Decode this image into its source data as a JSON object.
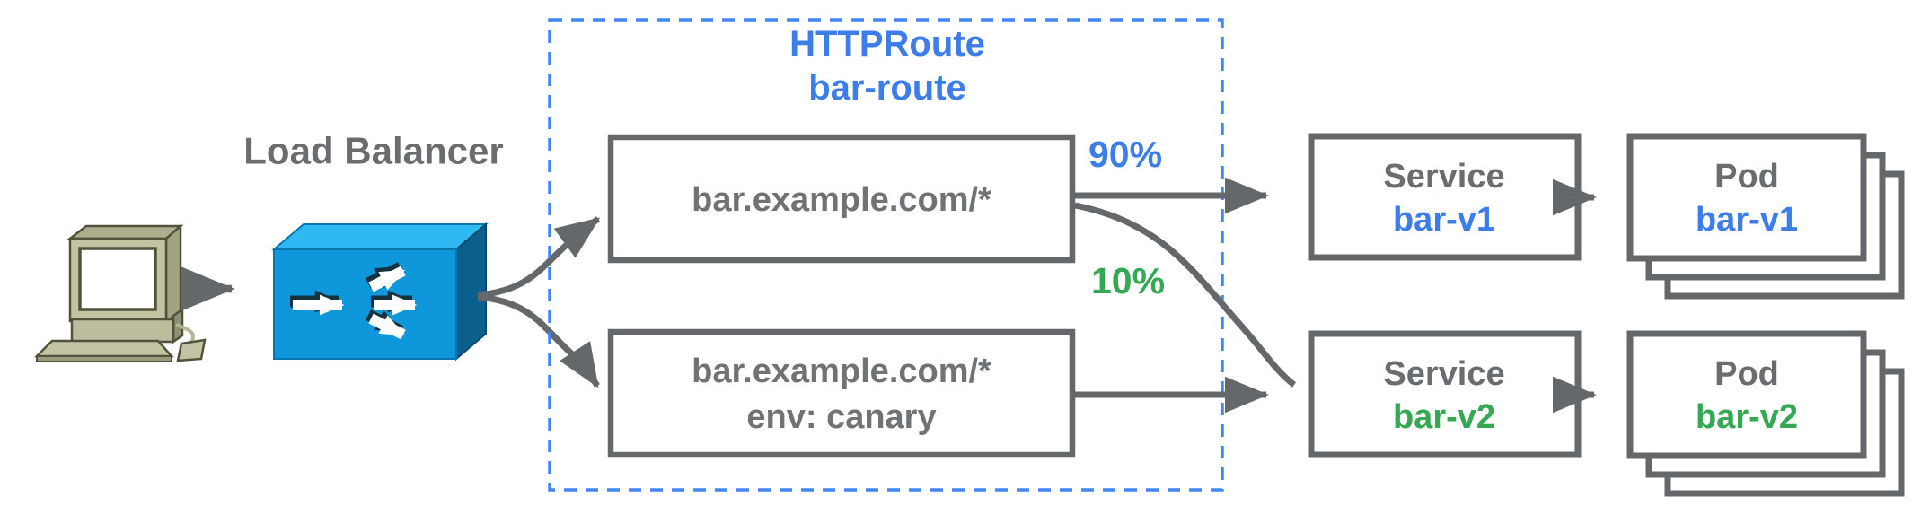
{
  "client": {
    "icon": "desktop-computer-icon"
  },
  "lb": {
    "label": "Load Balancer",
    "icon": "load-balancer-icon"
  },
  "group": {
    "title1": "HTTPRoute",
    "title2": "bar-route"
  },
  "routes": [
    {
      "line1": "bar.example.com/*"
    },
    {
      "line1": "bar.example.com/*",
      "line2": "env: canary"
    }
  ],
  "weights": [
    {
      "value": "90%"
    },
    {
      "value": "10%"
    }
  ],
  "services": [
    {
      "kind": "Service",
      "name": "bar-v1"
    },
    {
      "kind": "Service",
      "name": "bar-v2"
    }
  ],
  "pods": [
    {
      "kind": "Pod",
      "name": "bar-v1"
    },
    {
      "kind": "Pod",
      "name": "bar-v2"
    }
  ],
  "colors": {
    "blue": "#3d7de9",
    "green": "#34a853",
    "gray_text": "#6a6d70",
    "gray_stroke": "#64686b",
    "dashed_border": "#4285f4",
    "lb_front": "#0f97dc",
    "lb_top": "#2fb9f2",
    "lb_side": "#0b5f8d"
  }
}
